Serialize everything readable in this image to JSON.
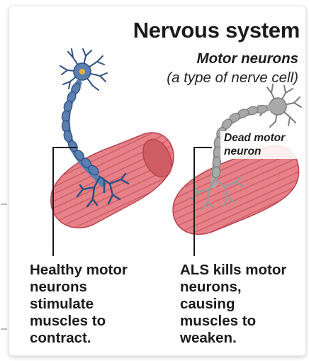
{
  "title": "Nervous system",
  "subtitle": "Motor neurons",
  "subtitle_note": "(a type of nerve cell)",
  "dead_label": {
    "line1": "Dead motor",
    "line2": "neuron"
  },
  "captions": {
    "healthy": [
      "Healthy motor",
      "neurons",
      "stimulate",
      "muscles to",
      "contract."
    ],
    "als": [
      "ALS kills motor",
      "neurons,",
      "causing",
      "muscles to",
      "weaken."
    ]
  },
  "colors": {
    "healthy_neuron": "#5b7fb0",
    "healthy_outline": "#2f4f82",
    "nucleus": "#e8b23a",
    "dead_neuron": "#a9a9a9",
    "dead_outline": "#7d7d7d",
    "muscle": "#e07a80",
    "muscle_stripe": "#c24a55"
  }
}
